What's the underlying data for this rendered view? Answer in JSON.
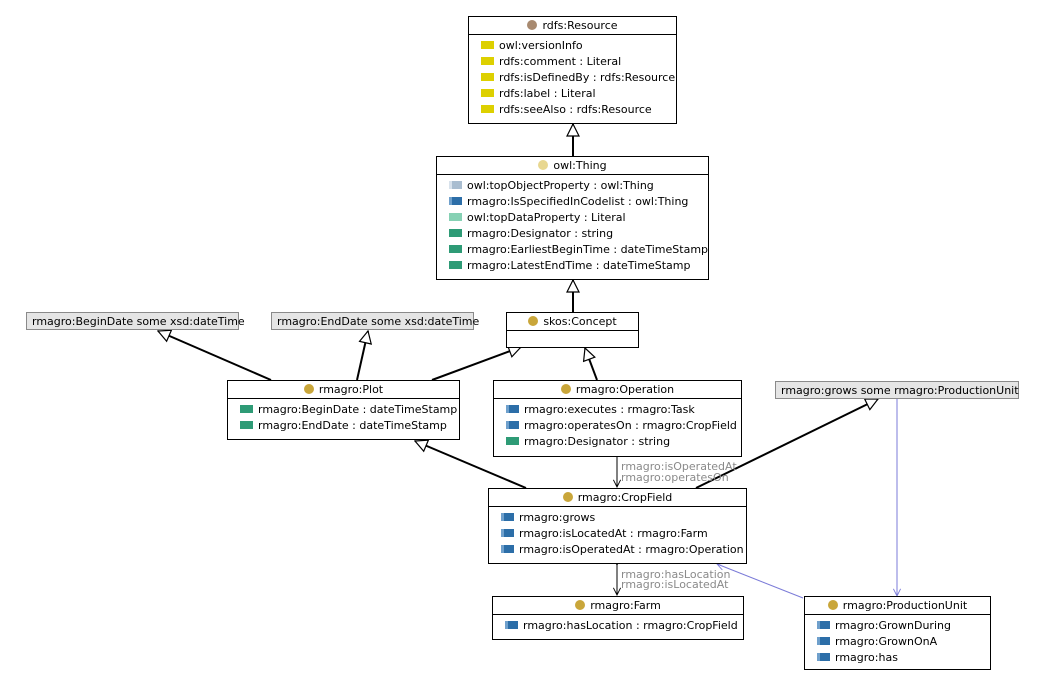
{
  "colors": {
    "class_dot": "#c9a63a",
    "resource_dot": "#a88a70",
    "owl_thing_dot": "#e8d790",
    "annotation_property": "#ddd000",
    "object_property": "#2c6ea8",
    "data_property": "#2e9b76",
    "top_object_property": "#a9bdd0",
    "top_data_property": "#86d1b4",
    "edge_blue": "#7b7bd8"
  },
  "classes": {
    "rdfs_resource": {
      "name": "rdfs:Resource",
      "rows": [
        {
          "icon": "annotation-property-icon",
          "text": "owl:versionInfo"
        },
        {
          "icon": "annotation-property-icon",
          "text": "rdfs:comment : Literal"
        },
        {
          "icon": "annotation-property-icon",
          "text": "rdfs:isDefinedBy : rdfs:Resource"
        },
        {
          "icon": "annotation-property-icon",
          "text": "rdfs:label : Literal"
        },
        {
          "icon": "annotation-property-icon",
          "text": "rdfs:seeAlso : rdfs:Resource"
        }
      ]
    },
    "owl_thing": {
      "name": "owl:Thing",
      "rows": [
        {
          "icon": "top-object-property-icon",
          "text": "owl:topObjectProperty : owl:Thing"
        },
        {
          "icon": "object-property-icon",
          "text": "rmagro:IsSpecifiedInCodelist : owl:Thing"
        },
        {
          "icon": "top-data-property-icon",
          "text": "owl:topDataProperty : Literal"
        },
        {
          "icon": "data-property-icon",
          "text": "rmagro:Designator : string"
        },
        {
          "icon": "data-property-icon",
          "text": "rmagro:EarliestBeginTime : dateTimeStamp"
        },
        {
          "icon": "data-property-icon",
          "text": "rmagro:LatestEndTime : dateTimeStamp"
        }
      ]
    },
    "skos_concept": {
      "name": "skos:Concept",
      "rows": []
    },
    "plot": {
      "name": "rmagro:Plot",
      "rows": [
        {
          "icon": "data-property-icon",
          "text": "rmagro:BeginDate : dateTimeStamp"
        },
        {
          "icon": "data-property-icon",
          "text": "rmagro:EndDate : dateTimeStamp"
        }
      ]
    },
    "operation": {
      "name": "rmagro:Operation",
      "rows": [
        {
          "icon": "object-property-icon",
          "text": "rmagro:executes : rmagro:Task"
        },
        {
          "icon": "object-property-icon",
          "text": "rmagro:operatesOn : rmagro:CropField"
        },
        {
          "icon": "data-property-icon",
          "text": "rmagro:Designator : string"
        }
      ]
    },
    "cropfield": {
      "name": "rmagro:CropField",
      "rows": [
        {
          "icon": "object-property-icon",
          "text": "rmagro:grows"
        },
        {
          "icon": "object-property-icon",
          "text": "rmagro:isLocatedAt : rmagro:Farm"
        },
        {
          "icon": "object-property-icon",
          "text": "rmagro:isOperatedAt : rmagro:Operation"
        }
      ]
    },
    "farm": {
      "name": "rmagro:Farm",
      "rows": [
        {
          "icon": "object-property-icon",
          "text": "rmagro:hasLocation : rmagro:CropField"
        }
      ]
    },
    "productionunit": {
      "name": "rmagro:ProductionUnit",
      "rows": [
        {
          "icon": "object-property-icon",
          "text": "rmagro:GrownDuring"
        },
        {
          "icon": "object-property-icon",
          "text": "rmagro:GrownOnA"
        },
        {
          "icon": "object-property-icon",
          "text": "rmagro:has"
        }
      ]
    }
  },
  "restrictions": {
    "begin_date": "rmagro:BeginDate some xsd:dateTime",
    "end_date": "rmagro:EndDate some xsd:dateTime",
    "grows": "rmagro:grows some rmagro:ProductionUnit"
  },
  "edge_labels": {
    "is_operated_at": "rmagro:isOperatedAt",
    "operates_on": "rmagro:operatesOn",
    "has_location": "rmagro:hasLocation",
    "is_located_at": "rmagro:isLocatedAt"
  }
}
